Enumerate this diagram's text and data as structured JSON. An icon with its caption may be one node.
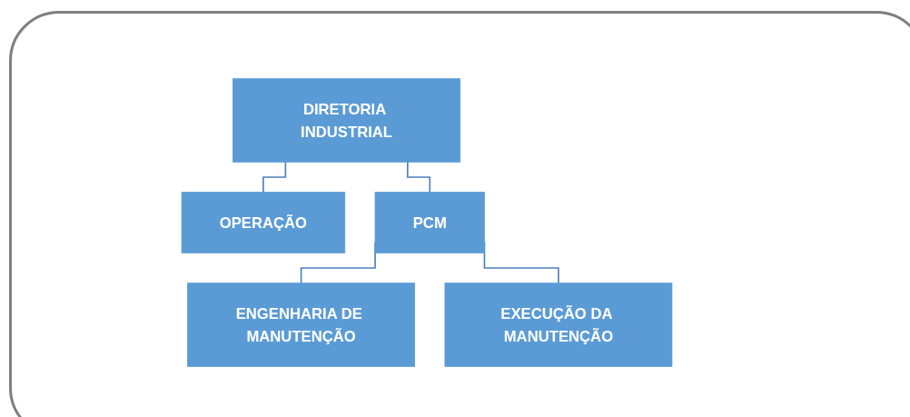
{
  "diagram": {
    "nodes": [
      {
        "text": [
          "DIRETORIA INDUSTRIAL"
        ]
      },
      {
        "text": [
          "OPERAÇÃO"
        ]
      },
      {
        "text": [
          "PCM"
        ]
      },
      {
        "text": [
          "ENGENHARIA DE MANUTENÇÃO"
        ]
      },
      {
        "text": [
          "EXECUÇÃO DA MANUTENÇÃO"
        ]
      }
    ],
    "edges": [
      {
        "from": 0,
        "to": 1,
        "arrow": "none"
      },
      {
        "from": 0,
        "to": 2,
        "arrow": "none"
      },
      {
        "from": 2,
        "to": 3,
        "arrow": "none"
      },
      {
        "from": 2,
        "to": 4,
        "arrow": "none"
      }
    ]
  }
}
